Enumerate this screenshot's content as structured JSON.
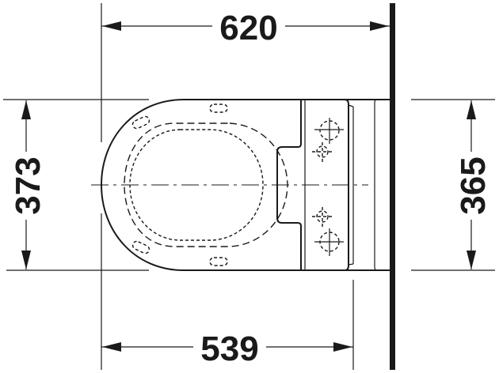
{
  "drawing": {
    "subject": "wall-hung toilet top view",
    "units": "mm",
    "colors": {
      "line": "#1a1a1a",
      "background": "#ffffff"
    }
  },
  "dimensions": {
    "top_overall_length": {
      "label": "620"
    },
    "left_width": {
      "label": "373"
    },
    "right_width": {
      "label": "365"
    },
    "bottom_bowl_length": {
      "label": "539"
    }
  }
}
